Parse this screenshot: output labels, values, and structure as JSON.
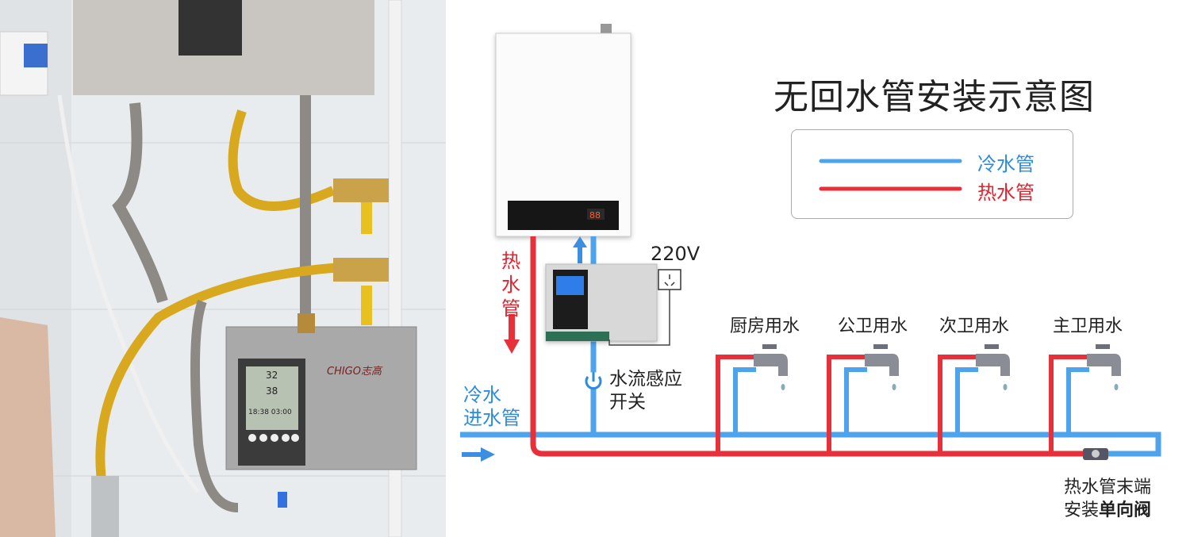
{
  "title": "无回水管安装示意图",
  "legend": [
    {
      "label": "冷水管",
      "color": "#4da3ec"
    },
    {
      "label": "热水管",
      "color": "#e8303a"
    }
  ],
  "labels": {
    "hot_pipe": "热水管",
    "cold_inlet_line1": "冷水",
    "cold_inlet_line2": "进水管",
    "voltage": "220V",
    "flow_switch_line1": "水流感应",
    "flow_switch_line2": "开关",
    "end_note_line1": "热水管末端",
    "end_note_line2_a": "安装",
    "end_note_line2_b": "单向阀"
  },
  "outlets": [
    "厨房用水",
    "公卫用水",
    "次卫用水",
    "主卫用水"
  ],
  "photo": {
    "brand": "CHIGO志高",
    "display_temp_1": "32",
    "display_temp_2": "38",
    "display_time": "18:38 03:00"
  },
  "heater_display": "88",
  "colors": {
    "cold": "#4da3ec",
    "hot": "#e8303a"
  }
}
